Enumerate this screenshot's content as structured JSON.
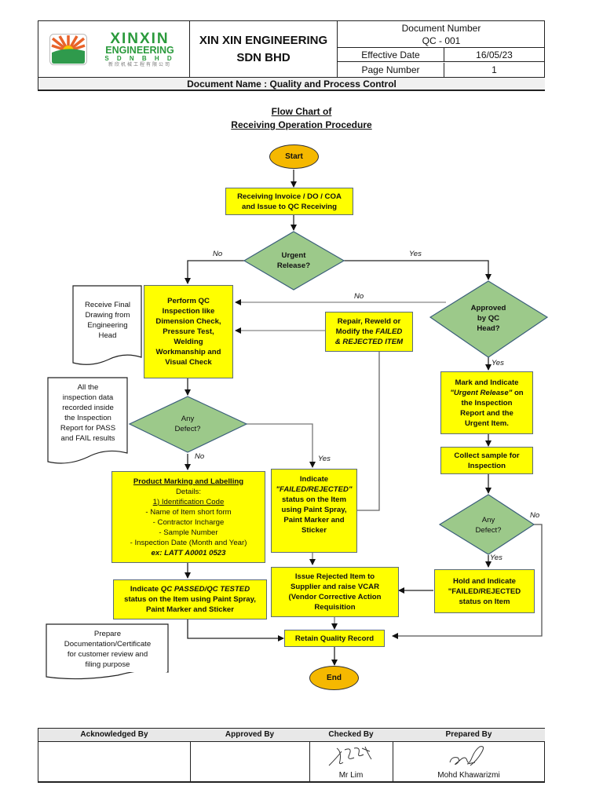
{
  "header": {
    "logo": {
      "brand_line1": "XINXIN",
      "brand_line2": "ENGINEERING",
      "brand_line3": "S D N B H D",
      "brand_chinese": "新欣机械工程有限公司"
    },
    "company_line1": "XIN XIN ENGINEERING",
    "company_line2": "SDN BHD",
    "document_number_label": "Document Number",
    "document_number_value": "QC - 001",
    "effective_date_label": "Effective Date",
    "effective_date_value": "16/05/23",
    "page_number_label": "Page Number",
    "page_number_value": "1",
    "document_name": "Document Name : Quality and Process Control"
  },
  "title": {
    "line1": "Flow Chart of",
    "line2": "Receiving Operation Procedure"
  },
  "colors": {
    "process_fill": "#ffff00",
    "decision_fill": "#9cc98a",
    "terminal_fill": "#f5b800",
    "decision_stroke": "#3b5f7a"
  },
  "flow": {
    "start": "Start",
    "receiving": [
      "Receiving Invoice / DO / COA",
      "and Issue to QC Receiving"
    ],
    "urgent_release": [
      "Urgent",
      "Release?"
    ],
    "approved_by_qc_head": [
      "Approved",
      "by QC",
      "Head?"
    ],
    "perform_qc": [
      "Perform QC",
      "Inspection like",
      "Dimension Check,",
      "Pressure Test,",
      "Welding",
      "Workmanship and",
      "Visual Check"
    ],
    "repair": {
      "line1": "Repair, Reweld or",
      "line2_plain": "Modify the ",
      "line2_italic": "FAILED",
      "line3_italic": "& REJECTED ITEM"
    },
    "mark_urgent": {
      "line1": "Mark and Indicate",
      "line2_italic": "\"Urgent Release\"",
      "line2_plain": " on",
      "line3": "the Inspection",
      "line4": "Report and the",
      "line5": "Urgent Item."
    },
    "any_defect_left": [
      "Any",
      "Defect?"
    ],
    "collect_sample": [
      "Collect sample for",
      "Inspection"
    ],
    "any_defect_right": [
      "Any",
      "Defect?"
    ],
    "product_marking": {
      "heading": "Product Marking and Labelling",
      "details": "Details:",
      "subheading": "1) Identification Code",
      "items": [
        "- Name of Item short form",
        "- Contractor Incharge",
        "- Sample Number",
        "- Inspection Date (Month and Year)"
      ],
      "example": "ex: LATT A0001 0523"
    },
    "indicate_failed": {
      "line1": "Indicate",
      "line2_italic": "\"FAILED/REJECTED\"",
      "line3": "status on the Item",
      "line4": "using Paint Spray,",
      "line5": "Paint Marker and",
      "line6": "Sticker"
    },
    "hold_indicate": [
      "Hold and Indicate",
      "\"FAILED/REJECTED",
      "status on Item"
    ],
    "indicate_passed": {
      "line1_plain": "Indicate ",
      "line1_italic": "QC PASSED/QC TESTED",
      "line2": "status on the Item using Paint Spray,",
      "line3": "Paint Marker and Sticker"
    },
    "issue_rejected": [
      "Issue Rejected Item to",
      "Supplier and raise VCAR",
      "(Vendor Corrective Action",
      "Requisition"
    ],
    "retain_record": "Retain Quality Record",
    "end": "End"
  },
  "notes": {
    "receive_drawing": [
      "Receive Final",
      "Drawing from",
      "Engineering",
      "Head"
    ],
    "inspection_data": [
      "All the",
      "inspection data",
      "recorded inside",
      "the Inspection",
      "Report for PASS",
      "and FAIL results"
    ],
    "prepare_docs": [
      "Prepare",
      "Documentation/Certificate",
      "for customer review and",
      "filing purpose"
    ]
  },
  "edge_labels": {
    "urgent_no": "No",
    "urgent_yes": "Yes",
    "approved_no": "No",
    "approved_yes": "Yes",
    "defect_left_no": "No",
    "defect_left_yes": "Yes",
    "defect_right_no": "No",
    "defect_right_yes": "Yes"
  },
  "footer": {
    "columns": [
      {
        "header": "Acknowledged By",
        "name": ""
      },
      {
        "header": "Approved By",
        "name": ""
      },
      {
        "header": "Checked By",
        "name": "Mr Lim"
      },
      {
        "header": "Prepared By",
        "name": "Mohd Khawarizmi"
      }
    ]
  }
}
